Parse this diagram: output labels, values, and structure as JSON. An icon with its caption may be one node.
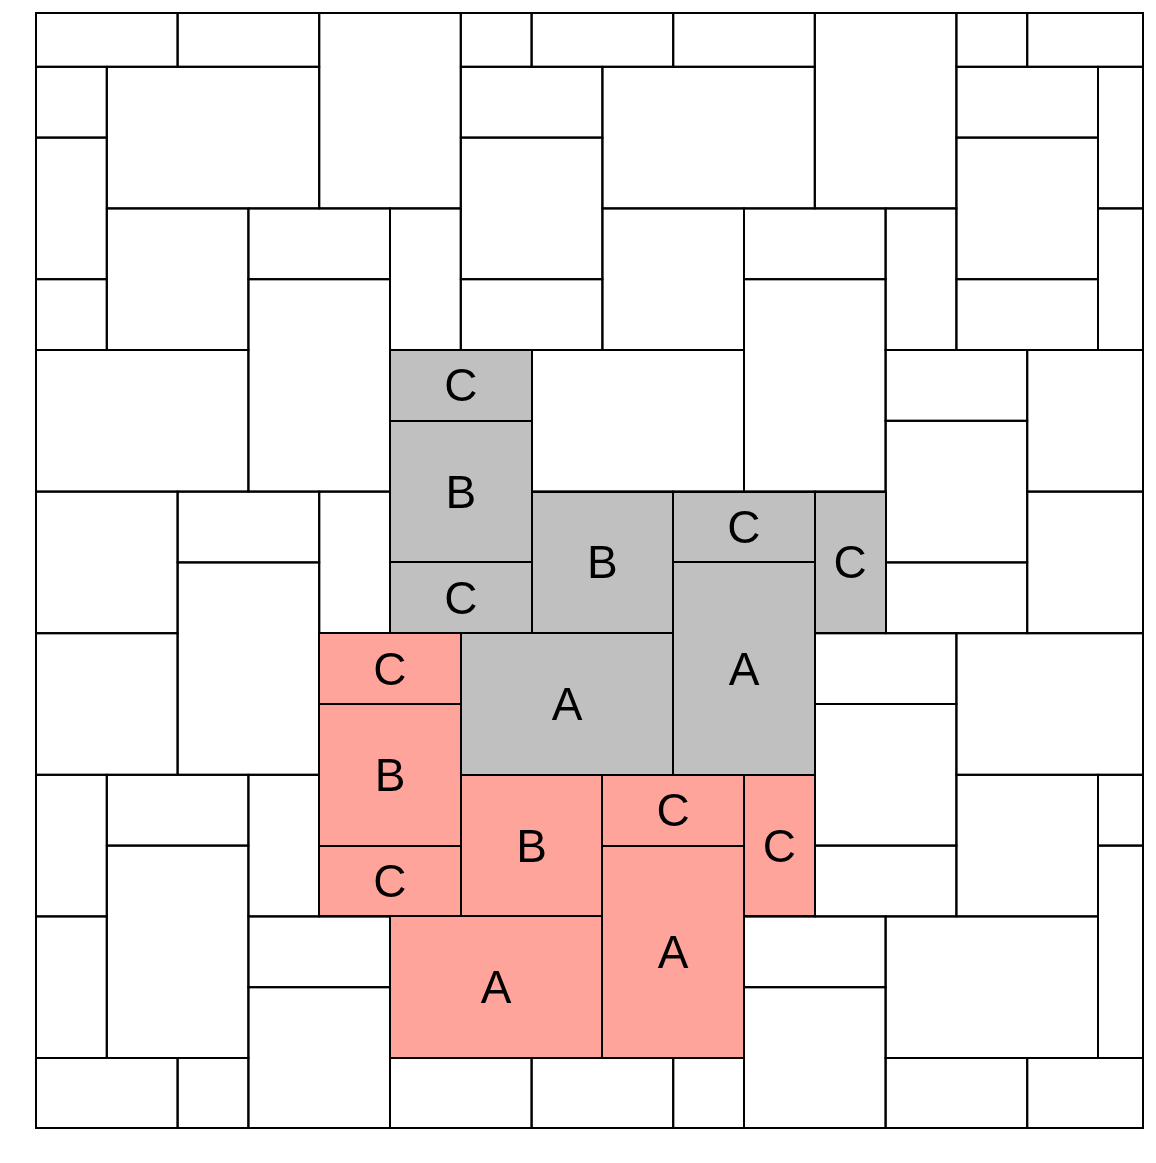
{
  "diagram": {
    "nodes": [
      {
        "text": [
          "C"
        ]
      },
      {
        "text": [
          "B"
        ]
      },
      {
        "text": [
          "C"
        ]
      },
      {
        "text": [
          "B"
        ]
      },
      {
        "text": [
          "C"
        ]
      },
      {
        "text": [
          "C"
        ]
      },
      {
        "text": [
          "A"
        ]
      },
      {
        "text": [
          "C"
        ]
      },
      {
        "text": [
          "A"
        ]
      },
      {
        "text": [
          "B"
        ]
      },
      {
        "text": [
          "C"
        ]
      },
      {
        "text": [
          "B"
        ]
      },
      {
        "text": [
          "C"
        ]
      },
      {
        "text": [
          "C"
        ]
      },
      {
        "text": [
          "A"
        ]
      },
      {
        "text": [
          "A"
        ]
      }
    ]
  }
}
